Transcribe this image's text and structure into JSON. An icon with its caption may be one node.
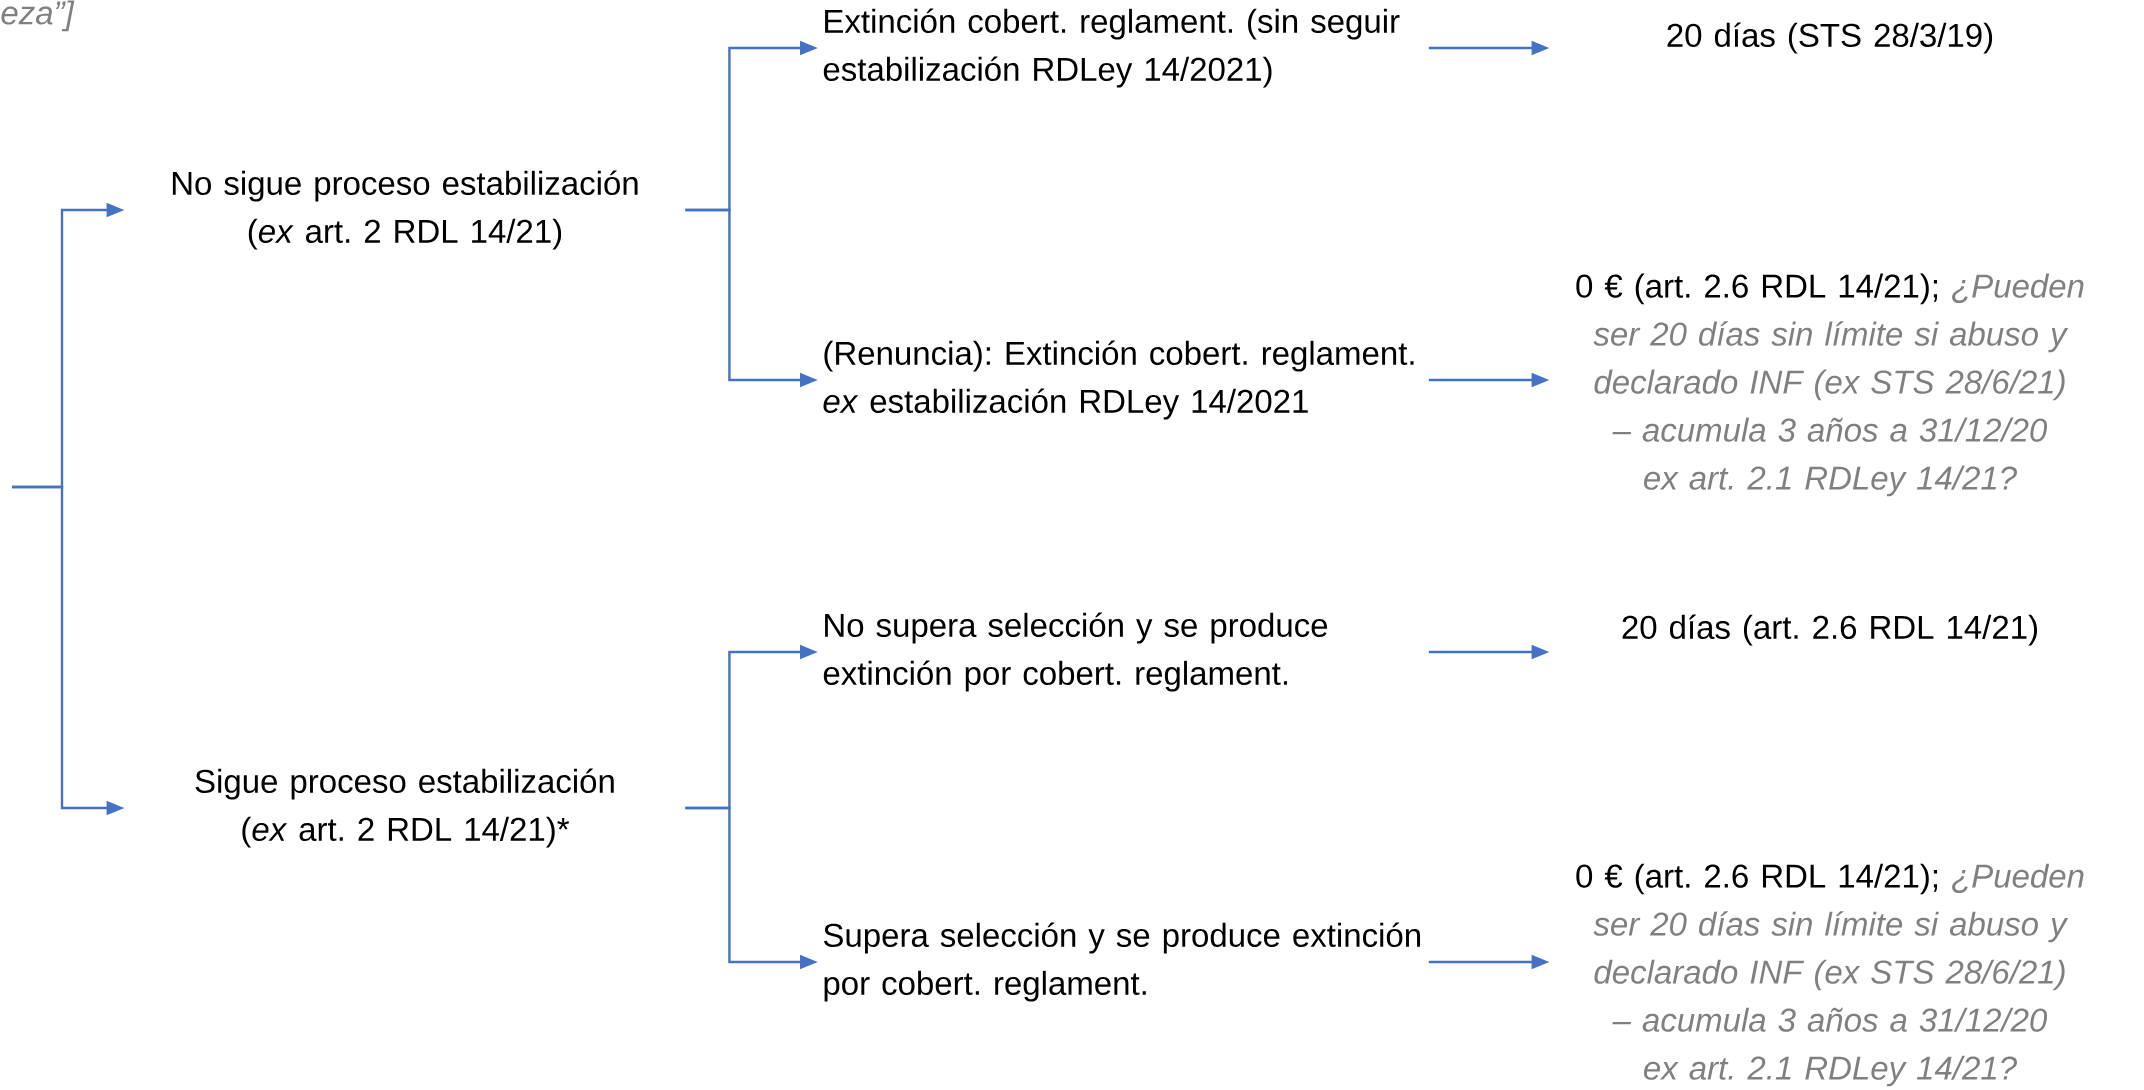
{
  "diagram": {
    "nodes": [
      {
        "text": [
          "No sigue proceso estabilización (*ex* art. 2 RDL 14/21)"
        ]
      },
      {
        "text": [
          "Sigue proceso estabilización (*ex* art. 2 RDL 14/21)*"
        ]
      },
      {
        "text": [
          "Extinción cobert. reglament. (sin seguir estabilización RDLey 14/2021)"
        ]
      },
      {
        "text": [
          "(Renuncia): Extinción cobert. reglament. *ex* estabilización RDLey 14/2021"
        ]
      },
      {
        "text": [
          "No supera selección y se produce extinción por cobert. reglament."
        ]
      },
      {
        "text": [
          "Supera selección y se produce extinción por cobert. reglament."
        ]
      },
      {
        "text": [
          "20 días (STS 28/3/19)"
        ]
      },
      {
        "text": [
          "0 € (art. 2.6 RDL 14/21);",
          "¿Pueden ser 20 días sin límite si abuso y declarado INF (ex STS 28/6/21) – acumula 3 años a 31/12/20 ex art. 2.1 RDLey 14/21?"
        ]
      },
      {
        "text": [
          "20 días (art. 2.6 RDL 14/21)"
        ]
      },
      {
        "text": [
          "0 € (art. 2.6 RDL 14/21);",
          "¿Pueden ser 20 días sin límite si abuso y declarado INF (ex STS 28/6/21) – acumula 3 años a 31/12/20 ex art. 2.1 RDLey 14/21?"
        ]
      }
    ],
    "edges": [
      {
        "from": null,
        "to": 0,
        "arrow": "to"
      },
      {
        "from": null,
        "to": 1,
        "arrow": "to"
      },
      {
        "from": 0,
        "to": 2,
        "arrow": "to"
      },
      {
        "from": 0,
        "to": 3,
        "arrow": "to"
      },
      {
        "from": 1,
        "to": 4,
        "arrow": "to"
      },
      {
        "from": 1,
        "to": 5,
        "arrow": "to"
      },
      {
        "from": 2,
        "to": 6,
        "arrow": "to"
      },
      {
        "from": 3,
        "to": 7,
        "arrow": "to"
      },
      {
        "from": 4,
        "to": 8,
        "arrow": "to"
      },
      {
        "from": 5,
        "to": 9,
        "arrow": "to"
      }
    ],
    "labels": [
      "eza”]"
    ]
  }
}
